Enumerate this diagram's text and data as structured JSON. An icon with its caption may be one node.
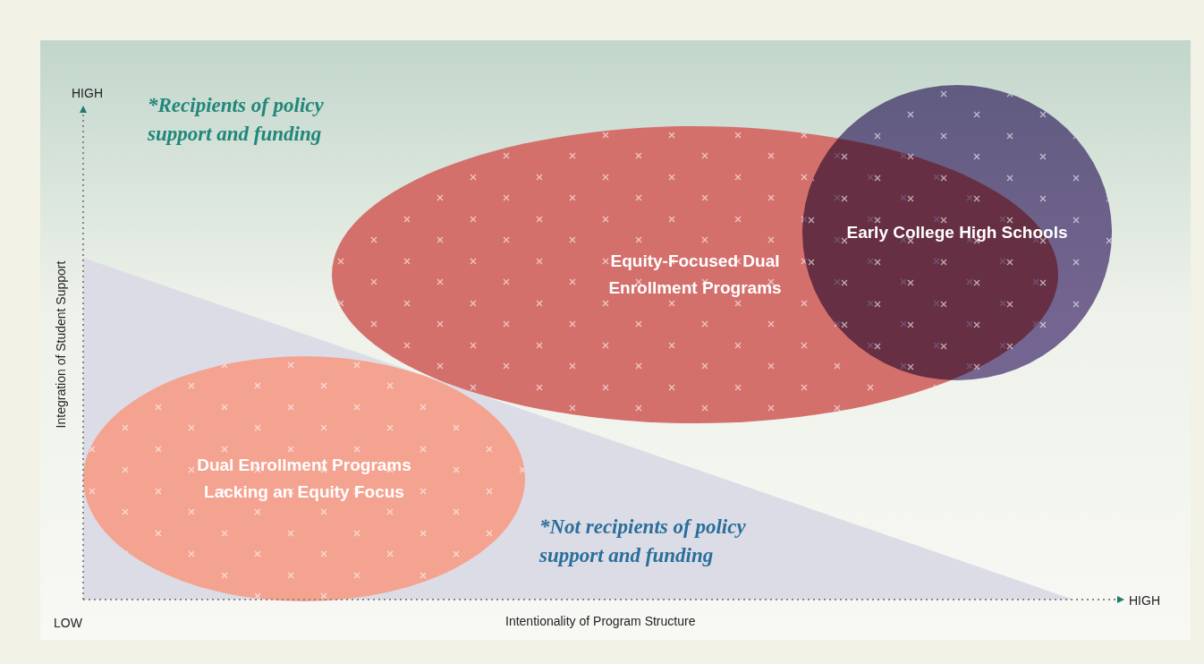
{
  "diagram": {
    "nodes": [
      {
        "text": [
          "Equity-Focused Dual Enrollment Programs"
        ]
      },
      {
        "text": [
          "Early College High Schools"
        ]
      },
      {
        "text": [
          "Dual Enrollment Programs Lacking an Equity Focus"
        ]
      }
    ],
    "edges": [],
    "labels": [
      "HIGH",
      "*Recipients of policy support and funding",
      "Integration of Student Support",
      "*Not recipients of policy support and funding",
      "LOW",
      "Intentionality of Program Structure",
      "HIGH"
    ]
  }
}
